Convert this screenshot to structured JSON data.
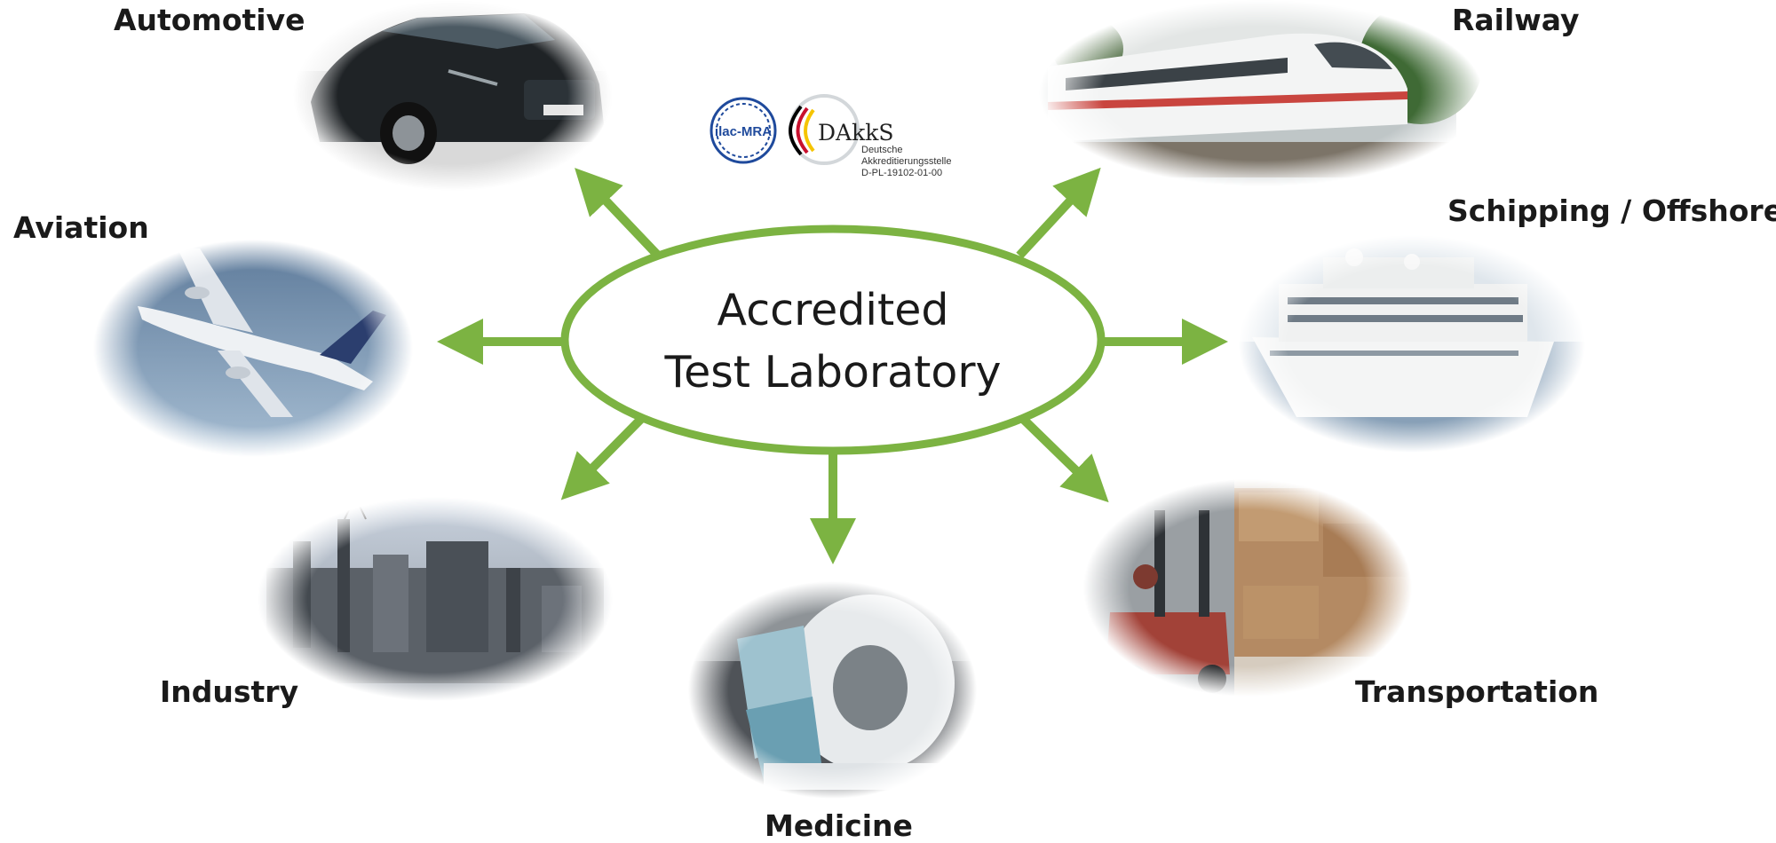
{
  "center": {
    "line1": "Accredited",
    "line2": "Test Laboratory"
  },
  "accent_color": "#7cb342",
  "accreditation": {
    "ilac_text": "ilac-MRA",
    "dakks_title": "DAkkS",
    "dakks_line1": "Deutsche",
    "dakks_line2": "Akkreditierungsstelle",
    "dakks_line3": "D-PL-19102-01-00"
  },
  "sectors": {
    "automotive": "Automotive",
    "railway": "Railway",
    "aviation": "Aviation",
    "shipping": "Schipping / Offshore",
    "industry": "Industry",
    "medicine": "Medicine",
    "transportation": "Transportation"
  },
  "images": {
    "automotive": "car-photo",
    "railway": "high-speed-train-photo",
    "aviation": "airplane-photo",
    "shipping": "cruise-ship-photo",
    "industry": "industrial-plant-photo",
    "medicine": "mri-scanner-photo",
    "transportation": "forklift-warehouse-photo"
  }
}
